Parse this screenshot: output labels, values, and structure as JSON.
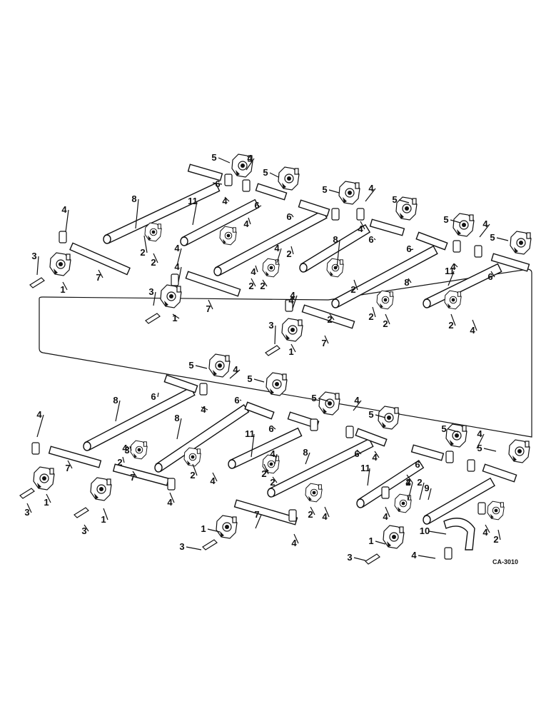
{
  "diagram": {
    "drawing_code": "CA-3010",
    "part_numbers": [
      "1",
      "2",
      "3",
      "4",
      "5",
      "6",
      "7",
      "8",
      "9",
      "10",
      "11"
    ]
  }
}
